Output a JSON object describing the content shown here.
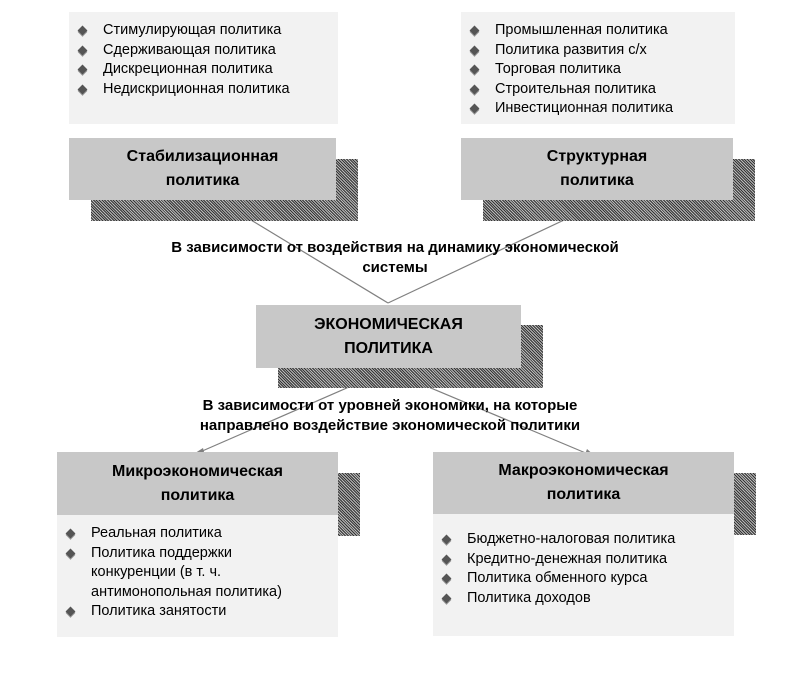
{
  "top_left_list": {
    "items": [
      "Стимулирующая политика",
      "Сдерживающая политика",
      "Дискреционная политика",
      "Недискриционная политика"
    ]
  },
  "top_right_list": {
    "items": [
      "Промышленная политика",
      "Политика развития с/х",
      "Торговая политика",
      "Строительная политика",
      "Инвестиционная политика"
    ]
  },
  "bottom_left_list": {
    "items": [
      "Реальная политика",
      "Политика поддержки\nконкуренции (в т. ч.\nантимонопольная политика)",
      "Политика занятости"
    ]
  },
  "bottom_right_list": {
    "items": [
      "Бюджетно-налоговая политика",
      "Кредитно-денежная политика",
      "Политика обменного курса",
      "Политика доходов"
    ]
  },
  "boxes": {
    "stabilization": "Стабилизационная\nполитика",
    "structural": "Структурная\nполитика",
    "economic": "ЭКОНОМИЧЕСКАЯ\nПОЛИТИКА",
    "micro": "Микроэкономическая\nполитика",
    "macro": "Макроэкономическая\nполитика"
  },
  "captions": {
    "upper": "В зависимости от воздействия на динамику экономической\nсистемы",
    "lower": "В зависимости от уровней экономики, на которые\nнаправлено воздействие экономической политики"
  },
  "colors": {
    "box_fill": "#c8c8c8",
    "panel_fill": "#f2f2f2",
    "line": "#808080"
  }
}
